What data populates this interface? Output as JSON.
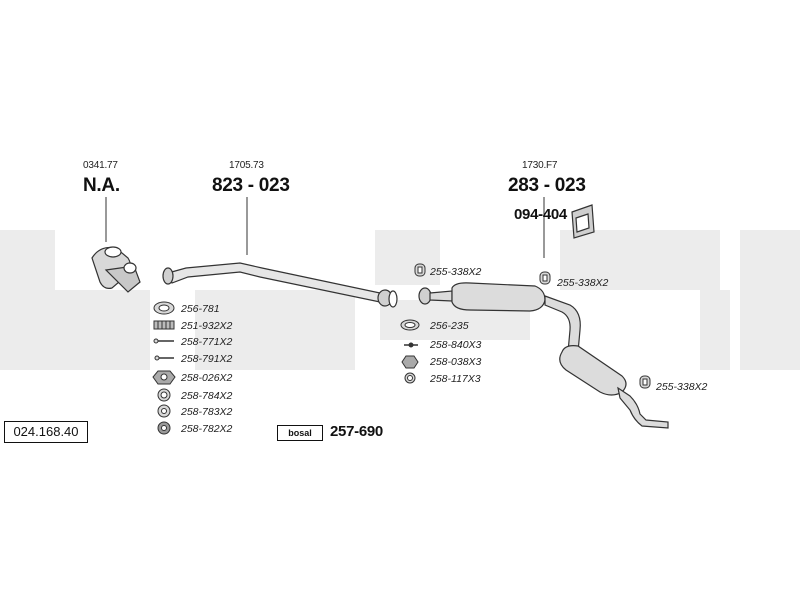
{
  "diagram": {
    "id_box": "024.168.40",
    "brand_mark": "bosal",
    "sections": [
      {
        "ref": "0341.77",
        "part": "N.A."
      },
      {
        "ref": "1705.73",
        "part": "823 - 023"
      },
      {
        "ref": "1730.F7",
        "part": "283 - 023"
      }
    ],
    "bracket_part": "094-404",
    "kit": {
      "label": "bosal",
      "part": "257-690"
    },
    "left_parts": [
      "256-781",
      "251-932X2",
      "258-771X2",
      "258-791X2",
      "258-026X2",
      "258-784X2",
      "258-783X2",
      "258-782X2"
    ],
    "middle_parts": [
      "255-338X2",
      "256-235",
      "258-840X3",
      "258-038X3",
      "258-117X3"
    ],
    "right_parts": [
      "255-338X2",
      "255-338X2"
    ]
  }
}
